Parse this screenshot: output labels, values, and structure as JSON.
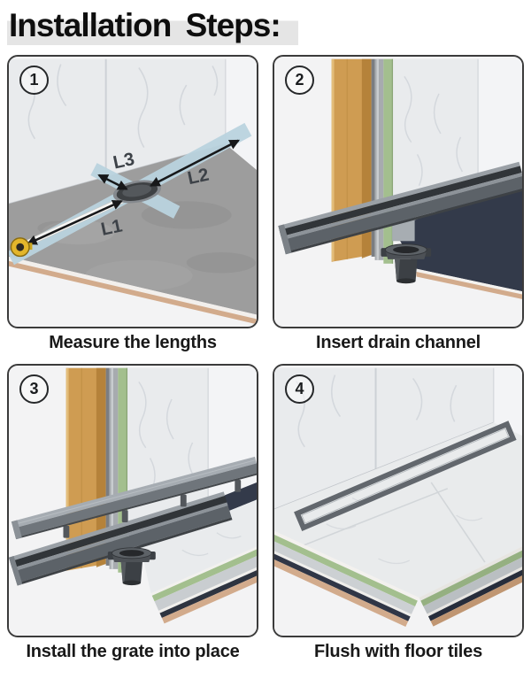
{
  "title": "Installation Steps:",
  "steps": [
    {
      "number": "1",
      "caption": "Measure the lengths",
      "labels": {
        "L1": "L1",
        "L2": "L2",
        "L3": "L3"
      }
    },
    {
      "number": "2",
      "caption": "Insert drain channel"
    },
    {
      "number": "3",
      "caption": "Install the grate into place"
    },
    {
      "number": "4",
      "caption": "Flush with floor tiles"
    }
  ],
  "colors": {
    "page_bg": "#ffffff",
    "title_text": "#0e0e0e",
    "title_highlight": "#e5e5e5",
    "panel_border": "#3b3b3b",
    "panel_bg": "#f3f3f4",
    "caption_text": "#191919",
    "marble_wall": "#e9ebed",
    "marble_side": "#f3f4f6",
    "marble_vein": "#c7ccd2",
    "concrete_floor": "#9d9d9d",
    "measure_band": "#b9d3de",
    "arrow": "#17181a",
    "label_text": "#3d4248",
    "tape_yellow": "#e3b62b",
    "wood_stud": "#cf9c52",
    "wood_stud_dark": "#b17f37",
    "backer_green": "#a3bf8e",
    "steel_layer": "#a7abaf",
    "floor_navy": "#333a4a",
    "channel_gray": "#5c6268",
    "channel_interior": "#313539",
    "grate_gray": "#6f757b",
    "edge_pink": "#d2ab8c",
    "drain_flange": "#3c4045"
  }
}
